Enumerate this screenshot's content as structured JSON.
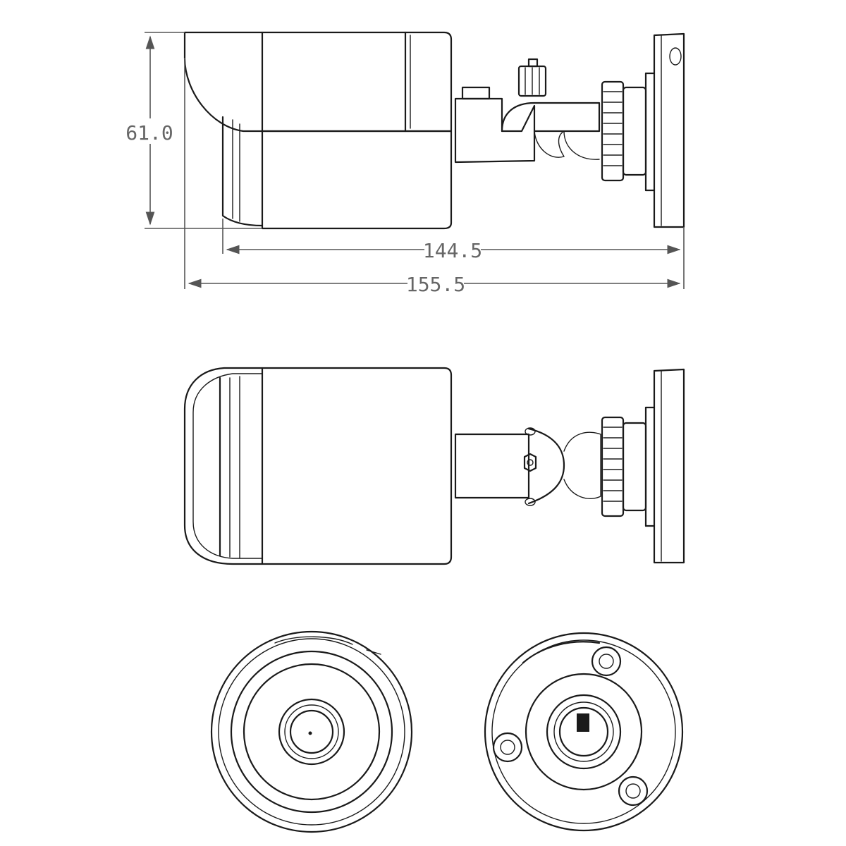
{
  "dimensions": {
    "height": "61.0",
    "length_to_mount": "144.5",
    "overall_length": "155.5"
  }
}
